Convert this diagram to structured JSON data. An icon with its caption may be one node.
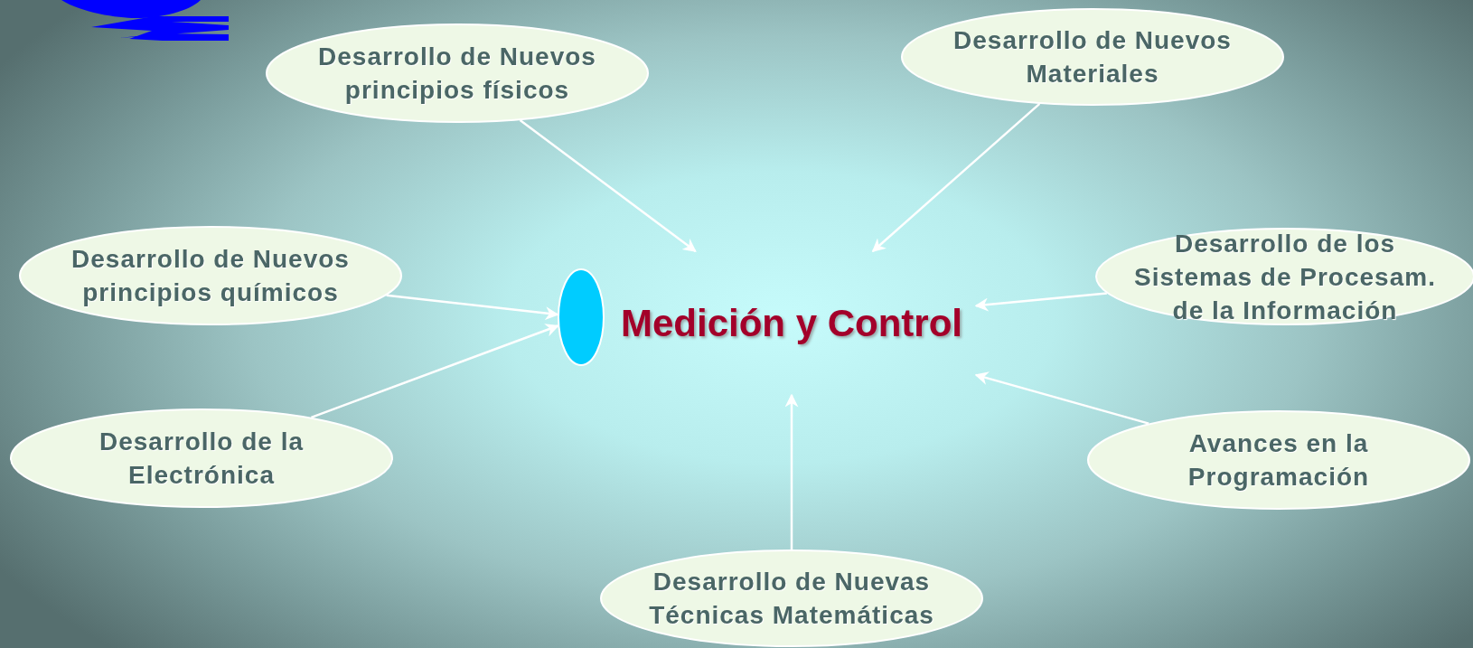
{
  "diagram": {
    "nodes": [
      {
        "text": [
          "Desarrollo de Nuevos principios físicos"
        ]
      },
      {
        "text": [
          "Desarrollo de Nuevos Materiales"
        ]
      },
      {
        "text": [
          "Desarrollo de Nuevos principios químicos"
        ]
      },
      {
        "text": [
          "Desarrollo de los Sistemas de Procesam. de la Información"
        ]
      },
      {
        "text": [],
        "shape": "ellipse"
      },
      {
        "text": [
          "Medición y Control"
        ]
      },
      {
        "text": [
          "Desarrollo de la Electrónica"
        ]
      },
      {
        "text": [
          "Avances en la Programación"
        ]
      },
      {
        "text": [
          "Desarrollo de Nuevas Técnicas Matemáticas"
        ]
      }
    ],
    "edges": [
      {
        "from": 0,
        "to": 5,
        "arrow": "to"
      },
      {
        "from": 1,
        "to": 5,
        "arrow": "to"
      },
      {
        "from": 2,
        "to": 4,
        "arrow": "to"
      },
      {
        "from": 3,
        "to": 5,
        "arrow": "to"
      },
      {
        "from": 6,
        "to": 4,
        "arrow": "to"
      },
      {
        "from": 7,
        "to": 5,
        "arrow": "to"
      },
      {
        "from": 8,
        "to": 5,
        "arrow": "to"
      }
    ]
  }
}
